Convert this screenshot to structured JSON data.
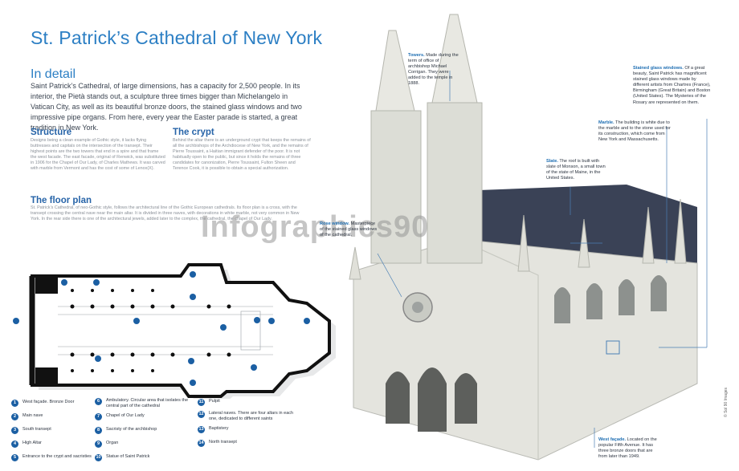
{
  "title": "St. Patrick’s Cathedral of New York",
  "detail": {
    "heading": "In detail",
    "body": "Saint Patrick’s Cathedral, of large dimensions, has a capacity for 2,500 people. In its interior, the Pietà stands out, a sculpture three times bigger than Michelangelo in Vatican City, as well as its beautiful bronze doors, the stained glass windows and two impressive pipe organs. From here, every year the Easter parade is started, a great tradition in New York."
  },
  "structure": {
    "heading": "Structure",
    "body": "Designs being a clean example of Gothic style, it lacks flying buttresses and capitals on the intersection of the transept. Their highest points are the two towers that end in a spire and that frame the west facade. The east facade, original of Renwick, was substituted in 1906 for the Chapel of Our Lady, of Charles Mathews. It was carved with marble from Vermont and has the cost of some of Lenox(X)."
  },
  "crypt": {
    "heading": "The crypt",
    "body": "Behind the altar there is an underground crypt that keeps the remains of all the archbishops of the Archdiocese of New York, and the remains of Pierre Toussaint, a Haitian immigrant defender of the poor. It is not habitually open to the public, but since it holds the remains of three candidates for canonization, Pierre Toussaint, Fulton Sheen and Terence Cook, it is possible to obtain a special authorization."
  },
  "floor_plan": {
    "heading": "The floor plan",
    "body": "St. Patrick’s Cathedral, of neo-Gothic style, follows the architectural line of the Gothic European cathedrals. Its floor plan is a cross, with the transept crossing the central nave near the main altar. It is divided in three naves, with decorations in white marble, not very common in New York. In the rear side there is one of the architectural jewels, added later to the complex, the cathedral, the chapel of Our Lady."
  },
  "watermark": "Infographics90",
  "callouts": {
    "towers": {
      "title": "Towers.",
      "text": "Made during the term of office of archbishop Michael Corrigan. They were added to the temple in 1888."
    },
    "stained": {
      "title": "Stained glass windows.",
      "text": "Of a great beauty, Saint Patrick has magnificent stained glass windows made by different artists from Chartres (France), Birmingham (Great Britain) and Boston (United States). The Mysteries of the Rosary are represented on them."
    },
    "marble": {
      "title": "Marble.",
      "text": "The building is white due to the marble and to the stone used for its construction, which come from New York and Massachusetts."
    },
    "slate": {
      "title": "Slate.",
      "text": "The roof is built with slate of Monson, a small town of the state of Maine, in the United States."
    },
    "rose": {
      "title": "Rose window.",
      "text": "Masterpiece of the stained glass windows of the cathedral."
    },
    "west": {
      "title": "West façade.",
      "text": "Located on the popular Fifth Avenue. It has three bronze doors that are from later than 1949."
    }
  },
  "legend": [
    {
      "num": "1",
      "text": "West façade. Bronze Door"
    },
    {
      "num": "2",
      "text": "Main nave"
    },
    {
      "num": "3",
      "text": "South transept"
    },
    {
      "num": "4",
      "text": "High Altar"
    },
    {
      "num": "5",
      "text": "Entrance to the crypt and sacristies"
    },
    {
      "num": "6",
      "text": "Ambulatory. Circular area that isolates the central part of the cathedral"
    },
    {
      "num": "7",
      "text": "Chapel of Our Lady"
    },
    {
      "num": "8",
      "text": "Sacristy of the archbishop"
    },
    {
      "num": "9",
      "text": "Organ"
    },
    {
      "num": "10",
      "text": "Statue of Saint Patrick"
    },
    {
      "num": "11",
      "text": "Pulpit"
    },
    {
      "num": "12",
      "text": "Lateral naves. There are four altars in each one, dedicated to different saints"
    },
    {
      "num": "13",
      "text": "Baptistery"
    },
    {
      "num": "14",
      "text": "North transept"
    }
  ],
  "credit": "© Sol 90 Images",
  "colors": {
    "accent": "#2c7fc4",
    "legend_badge": "#1b5fa3",
    "roof": "#3a4256",
    "stone": "#e4e4de"
  }
}
